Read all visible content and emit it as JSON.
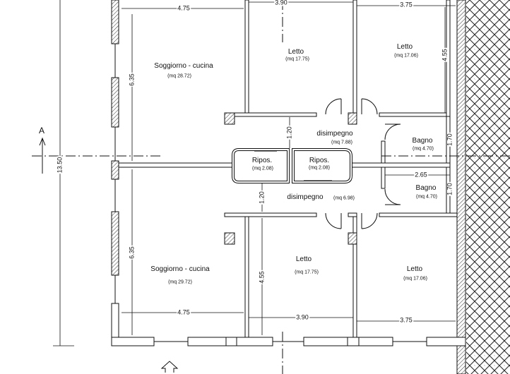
{
  "rooms": {
    "upper_living": {
      "name": "Soggiorno - cucina",
      "area": "(mq 28.72)"
    },
    "upper_bed1": {
      "name": "Letto",
      "area": "(mq 17.75)"
    },
    "upper_bed2": {
      "name": "Letto",
      "area": "(mq 17.06)"
    },
    "upper_hall": {
      "name": "disimpegno",
      "area": "(mq 7.88)"
    },
    "upper_bath": {
      "name": "Bagno",
      "area": "(mq 4.70)"
    },
    "store1": {
      "name": "Ripos.",
      "area": "(mq 2.08)"
    },
    "store2": {
      "name": "Ripos.",
      "area": "(mq 2.08)"
    },
    "lower_hall": {
      "name": "disimpegno",
      "area": "(mq 6.98)"
    },
    "lower_bath": {
      "name": "Bagno",
      "area": "(mq 4.70)"
    },
    "lower_living": {
      "name": "Soggiorno - cucina",
      "area": "(mq 29.72)"
    },
    "lower_bed1": {
      "name": "Letto",
      "area": "(mq 17.75)"
    },
    "lower_bed2": {
      "name": "Letto",
      "area": "(mq 17.06)"
    }
  },
  "dimensions": {
    "top_living_width": "4.75",
    "top_bed1_width": "3.90",
    "top_bed2_width": "3.75",
    "upper_bed_depth": "4.55",
    "upper_living_depth": "6.35",
    "upper_hall_depth": "1.20",
    "upper_bath_depth": "1.70",
    "total_depth": "13.50",
    "bath_width": "2.65",
    "lower_hall_depth": "1.20",
    "lower_bath_depth": "1.70",
    "lower_bed_depth": "4.55",
    "lower_living_depth": "6.35",
    "bottom_living_width": "4.75",
    "bottom_bed1_width": "3.90",
    "bottom_bed2_width": "3.75"
  },
  "section_marker": "A"
}
